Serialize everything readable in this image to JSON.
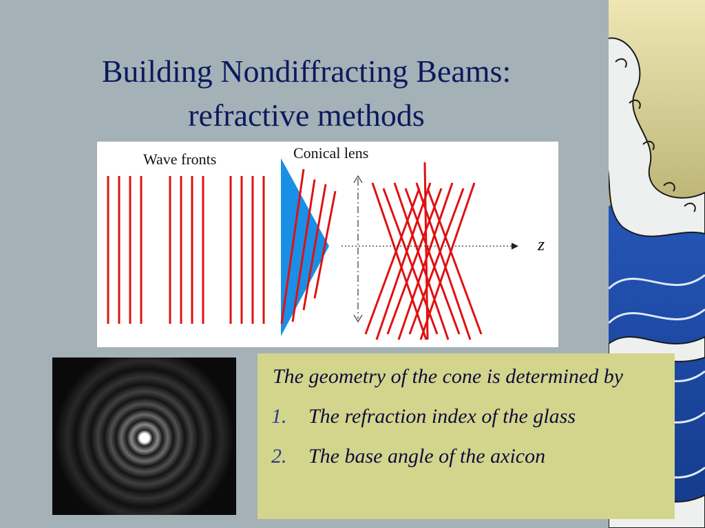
{
  "slide": {
    "title_line1": "Building Nondiffracting Beams:",
    "title_line2": "refractive methods"
  },
  "diagram": {
    "wavefronts_label": "Wave fronts",
    "lens_label": "Conical lens",
    "axis_label": "z",
    "colors": {
      "wavefront": "#e01010",
      "lens": "#1a8fe6",
      "axis": "#333333"
    }
  },
  "textbox": {
    "intro": "The geometry of the cone is determined by",
    "items": [
      {
        "num": "1.",
        "text": "The refraction index of the glass"
      },
      {
        "num": "2.",
        "text": "The base angle of the axicon"
      }
    ],
    "background": "#d4d58c"
  },
  "image": {
    "icon": "bessel-beam-pattern-image"
  }
}
